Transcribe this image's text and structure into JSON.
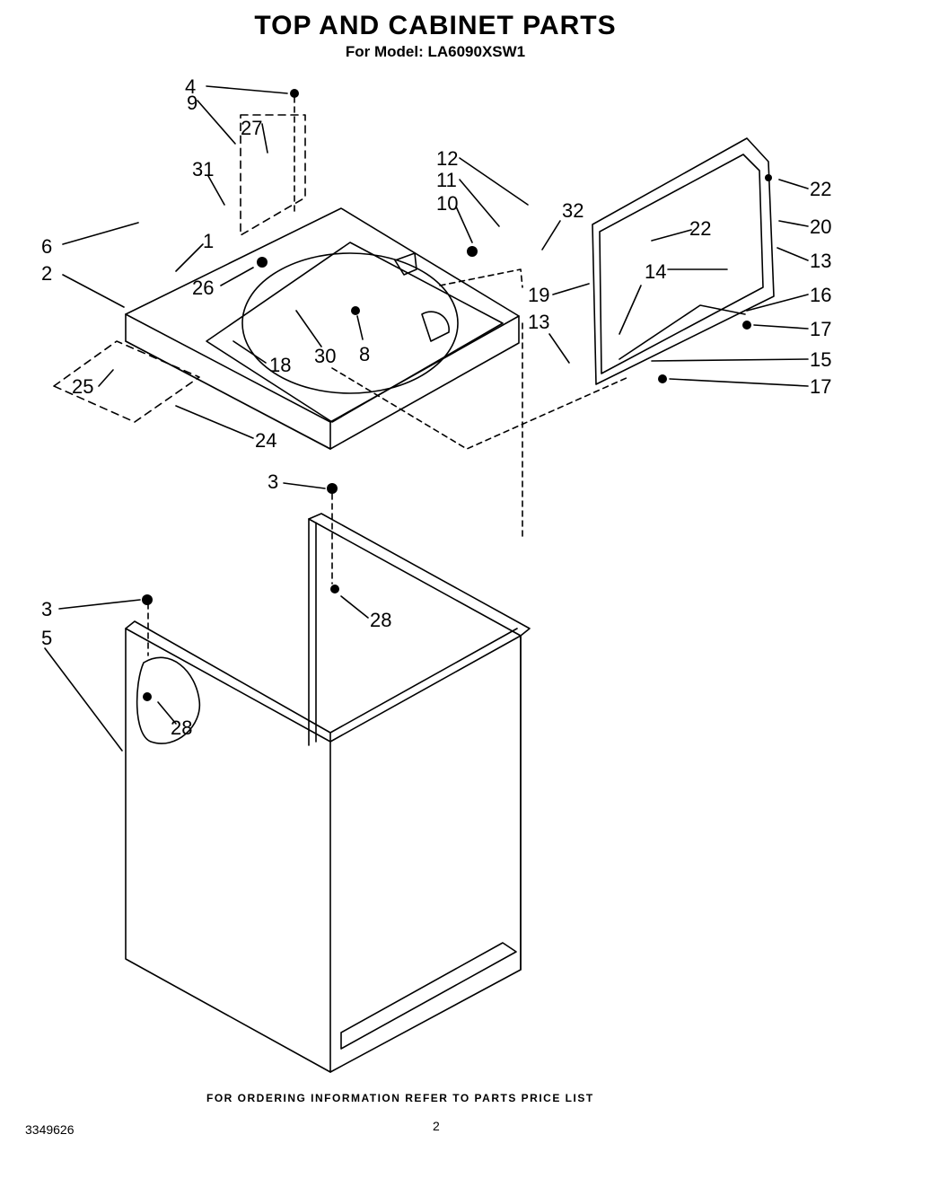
{
  "header": {
    "title": "TOP AND CABINET PARTS",
    "subtitle": "For Model: LA6090XSW1"
  },
  "callouts": [
    "4",
    "9",
    "27",
    "31",
    "6",
    "1",
    "2",
    "26",
    "12",
    "11",
    "10",
    "32",
    "22",
    "20",
    "13",
    "16",
    "17",
    "15",
    "14",
    "19",
    "30",
    "8",
    "18",
    "25",
    "24",
    "3",
    "28",
    "5"
  ],
  "footer": {
    "ordering_note": "FOR ORDERING INFORMATION REFER TO PARTS PRICE LIST",
    "document_number": "3349626",
    "page_number": "2"
  }
}
